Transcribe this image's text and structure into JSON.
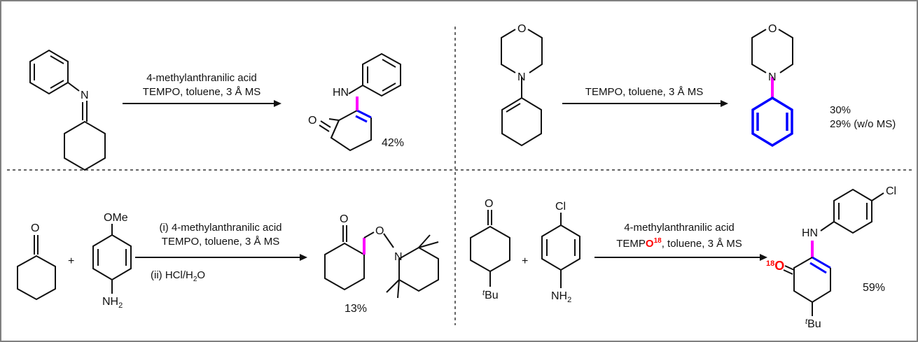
{
  "colors": {
    "frame": "#808080",
    "bond": "#111111",
    "new_bond_highlight": "#ff00ff",
    "double_bond_highlight": "#0000ff",
    "isotope_label": "#ff0000"
  },
  "panel_top_left": {
    "conditions_line1": "4-methylanthranilic acid",
    "conditions_line2": "TEMPO, toluene, 3 Å MS",
    "product_atom_nh": "HN",
    "reactant_atom_n": "N",
    "ketone_atom_o": "O",
    "yield": "42%"
  },
  "panel_top_right": {
    "conditions": "TEMPO, toluene, 3 Å MS",
    "atom_o": "O",
    "atom_n": "N",
    "yield_line1": "30%",
    "yield_line2": "29% (w/o MS)"
  },
  "panel_bottom_left": {
    "ketone_atom_o": "O",
    "plus": "+",
    "substituent_ome": "OMe",
    "substituent_nh2": "NH",
    "subscript_2": "2",
    "conditions_line1": "(i) 4-methylanthranilic acid",
    "conditions_line2": "TEMPO, toluene, 3 Å MS",
    "conditions_line3_prefix": "(ii) HCl/H",
    "conditions_line3_sub": "2",
    "conditions_line3_suffix": "O",
    "product_atom_o_ketone": "O",
    "product_atom_o_link": "O",
    "product_atom_n": "N",
    "yield": "13%"
  },
  "panel_bottom_right": {
    "ketone_atom_o": "O",
    "substituent_tbu_prefix": "t",
    "substituent_tbu": "Bu",
    "plus": "+",
    "substituent_cl": "Cl",
    "substituent_nh2": "NH",
    "subscript_2": "2",
    "conditions_line1": "4-methylanthranilic acid",
    "conditions_line2_prefix": "TEMP",
    "conditions_line2_isotope_o": "O",
    "conditions_line2_isotope_sup": "18",
    "conditions_line2_suffix": ", toluene, 3 Å MS",
    "product_cl": "Cl",
    "product_hn": "HN",
    "product_isotope_sup": "18",
    "product_isotope_o": "O",
    "product_tbu_prefix": "t",
    "product_tbu": "Bu",
    "yield": "59%"
  }
}
